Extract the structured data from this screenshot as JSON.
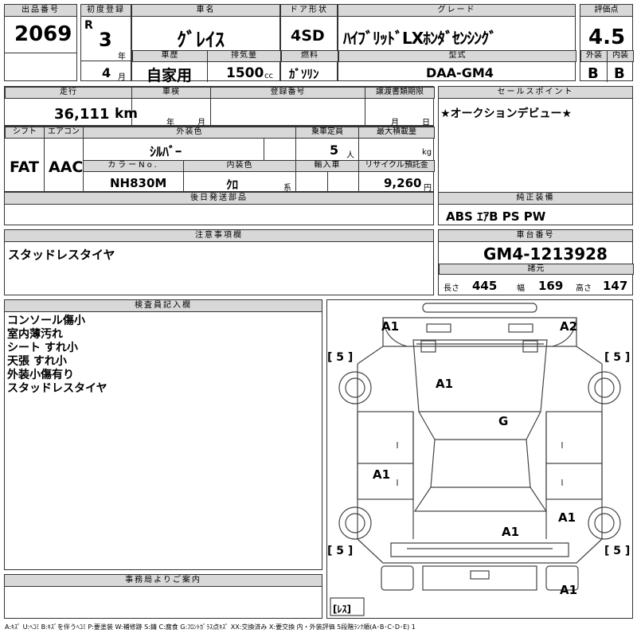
{
  "header": {
    "lot_label": "出品番号",
    "lot_value": "2069",
    "first_reg_label": "初度登録",
    "era": "R",
    "reg_year": "3",
    "year_unit": "年",
    "reg_month": "4",
    "month_unit": "月",
    "car_name_label": "車名",
    "car_name": "ｸﾞﾚｲｽ",
    "door_label": "ドア形状",
    "door": "4SD",
    "grade_label": "グレード",
    "grade": "ﾊｲﾌﾞﾘｯﾄﾞLXﾎﾝﾀﾞｾﾝｼﾝｸﾞ",
    "score_label": "評価点",
    "score": "4.5",
    "history_label": "車歴",
    "history": "自家用",
    "displacement_label": "排気量",
    "displacement": "1500",
    "cc_unit": "cc",
    "fuel_label": "燃料",
    "fuel": "ｶﾞｿﾘﾝ",
    "model_label": "型式",
    "model": "DAA-GM4",
    "exterior_label": "外装",
    "exterior": "B",
    "interior_label": "内装",
    "interior": "B"
  },
  "row2": {
    "mileage_label": "走行",
    "mileage": "36,111",
    "mileage_unit": "km",
    "inspection_label": "車検",
    "year_unit": "年",
    "month_unit": "月",
    "regno_label": "登録番号",
    "transfer_label": "譲渡書類期限",
    "month_unit2": "月",
    "day_unit": "日",
    "sales_label": "セールスポイント",
    "sales": "★オークションデビュー★"
  },
  "row3": {
    "shift_label": "シフト",
    "shift": "FAT",
    "ac_label": "エアコン",
    "ac": "AAC",
    "color_label": "外装色",
    "color": "ｼﾙﾊﾞｰ",
    "capacity_label": "乗車定員",
    "capacity": "5",
    "capacity_unit": "人",
    "max_load_label": "最大積載量",
    "max_load_unit": "kg",
    "colorno_label": "カラーNo.",
    "colorno": "NH830M",
    "intcolor_label": "内装色",
    "intcolor": "ｸﾛ",
    "intcolor_unit": "系",
    "import_label": "輸入車",
    "recycle_label": "リサイクル預託金",
    "recycle": "9,260",
    "recycle_unit": "円"
  },
  "later_parts_label": "後日発送部品",
  "equipment_label": "純正装備",
  "equipment": "ABS ｴｱB PS PW",
  "notes_label": "注意事項欄",
  "notes": "スタッドレスタイヤ",
  "chassis_label": "車台番号",
  "chassis": "GM4-1213928",
  "spec_label": "諸元",
  "spec": {
    "length_label": "長さ",
    "length": "445",
    "width_label": "幅",
    "width": "169",
    "height_label": "高さ",
    "height": "147"
  },
  "inspector_label": "検査員記入欄",
  "inspector_comments": [
    "コンソール傷小",
    "室内薄汚れ",
    "シート すれ小",
    "天張 すれ小",
    "外装小傷有り",
    "スタッドレスタイヤ"
  ],
  "office_label": "事務局よりご案内",
  "diagram": {
    "marks": [
      "A1",
      "A2",
      "A1",
      "G",
      "A1",
      "A1",
      "A1",
      "A1"
    ],
    "tread": [
      "[ 5 ]",
      "[ 5 ]",
      "[ 5 ]",
      "[ 5 ]"
    ],
    "spare": "[ﾚｽ]"
  },
  "legend": "A:ｷｽﾞ U:ﾍｺﾐ B:ｷｽﾞを伴うﾍｺﾐ P:要塗装 W:補修跡 S:錆 C:腐食 G:ﾌﾛﾝﾄｶﾞﾗｽ点ｷｽﾞ XX:交換済み X:要交換 内・外装評価 5段階ﾗﾝｸ順(A･B･C･D･E) 1"
}
